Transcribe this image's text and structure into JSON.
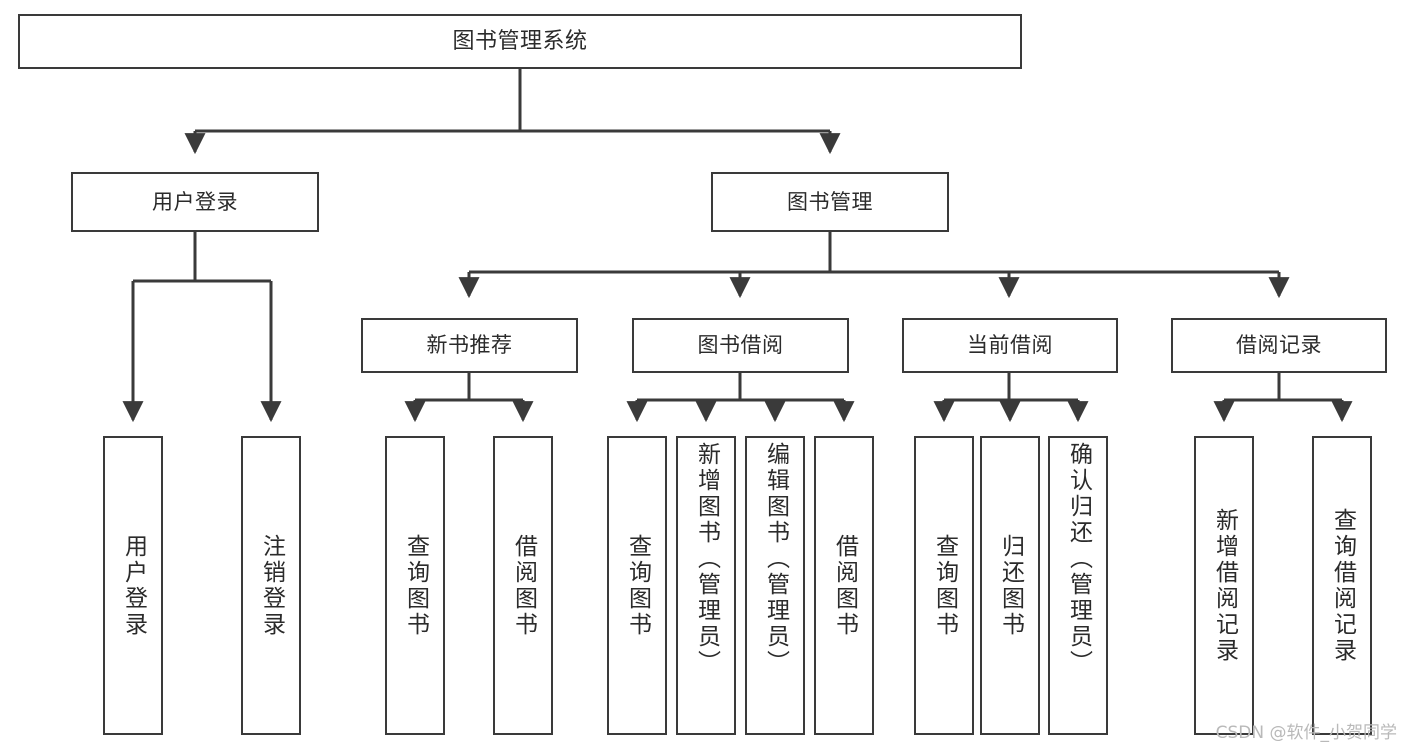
{
  "diagram": {
    "title": "图书管理系统",
    "type": "tree-hierarchy",
    "watermark": "CSDN @软件_小贺同学",
    "colors": {
      "stroke": "#3a3a3a",
      "text": "#2b2b2b",
      "background": "#ffffff",
      "watermark": "#b9b9b9"
    },
    "nodes": {
      "root": {
        "label": "图书管理系统",
        "orientation": "horizontal"
      },
      "level2": [
        {
          "id": "user-login",
          "label": "用户登录",
          "orientation": "horizontal"
        },
        {
          "id": "book-manage",
          "label": "图书管理",
          "orientation": "horizontal"
        }
      ],
      "level3": [
        {
          "id": "new-book-recommend",
          "label": "新书推荐",
          "orientation": "horizontal"
        },
        {
          "id": "book-borrow",
          "label": "图书借阅",
          "orientation": "horizontal"
        },
        {
          "id": "current-borrow",
          "label": "当前借阅",
          "orientation": "horizontal"
        },
        {
          "id": "borrow-record",
          "label": "借阅记录",
          "orientation": "horizontal"
        }
      ],
      "leaves": {
        "user-login": [
          {
            "id": "leaf-user-login",
            "label": "用户登录",
            "orientation": "vertical"
          },
          {
            "id": "leaf-logout",
            "label": "注销登录",
            "orientation": "vertical"
          }
        ],
        "new-book-recommend": [
          {
            "id": "leaf-query-book-1",
            "label": "查询图书",
            "orientation": "vertical"
          },
          {
            "id": "leaf-borrow-book-1",
            "label": "借阅图书",
            "orientation": "vertical"
          }
        ],
        "book-borrow": [
          {
            "id": "leaf-query-book-2",
            "label": "查询图书",
            "orientation": "vertical"
          },
          {
            "id": "leaf-add-book",
            "label": "新增图书（管理员）",
            "orientation": "vertical"
          },
          {
            "id": "leaf-edit-book",
            "label": "编辑图书（管理员）",
            "orientation": "vertical"
          },
          {
            "id": "leaf-borrow-book-2",
            "label": "借阅图书",
            "orientation": "vertical"
          }
        ],
        "current-borrow": [
          {
            "id": "leaf-query-book-3",
            "label": "查询图书",
            "orientation": "vertical"
          },
          {
            "id": "leaf-return-book",
            "label": "归还图书",
            "orientation": "vertical"
          },
          {
            "id": "leaf-confirm-return",
            "label": "确认归还（管理员）",
            "orientation": "vertical"
          }
        ],
        "borrow-record": [
          {
            "id": "leaf-add-record",
            "label": "新增借阅记录",
            "orientation": "vertical"
          },
          {
            "id": "leaf-query-record",
            "label": "查询借阅记录",
            "orientation": "vertical"
          }
        ]
      }
    }
  }
}
